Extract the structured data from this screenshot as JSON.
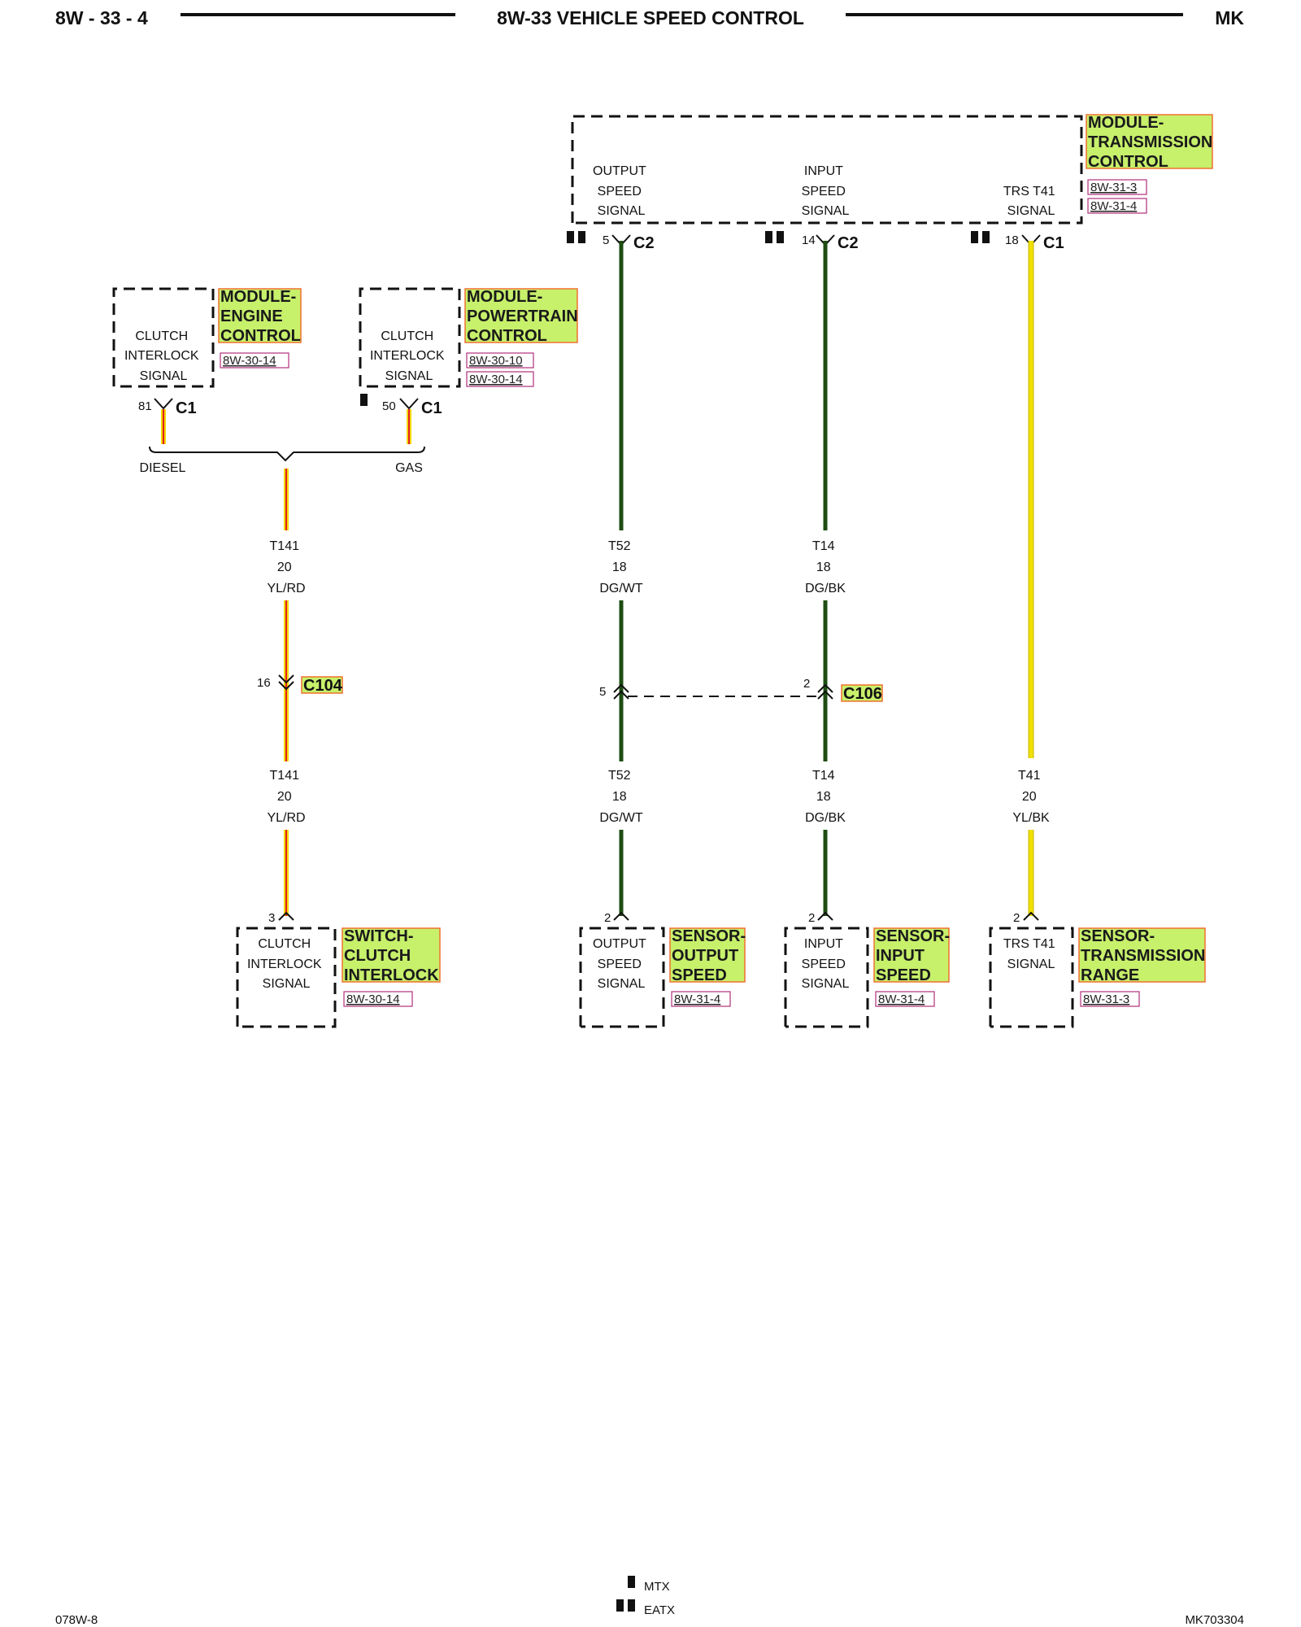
{
  "header": {
    "page_number": "8W - 33 - 4",
    "title": "8W-33 VEHICLE SPEED CONTROL",
    "model": "MK"
  },
  "components": {
    "tcm": {
      "title": [
        "MODULE-",
        "TRANSMISSION",
        "CONTROL"
      ],
      "refs": [
        "8W-31-3",
        "8W-31-4"
      ],
      "pins": {
        "output": [
          "OUTPUT",
          "SPEED",
          "SIGNAL"
        ],
        "input": [
          "INPUT",
          "SPEED",
          "SIGNAL"
        ],
        "trs": [
          "TRS T41",
          "SIGNAL"
        ]
      }
    },
    "ecm": {
      "title": [
        "MODULE-",
        "ENGINE",
        "CONTROL"
      ],
      "refs": [
        "8W-30-14"
      ],
      "pin": [
        "CLUTCH",
        "INTERLOCK",
        "SIGNAL"
      ]
    },
    "pcm": {
      "title": [
        "MODULE-",
        "POWERTRAIN",
        "CONTROL"
      ],
      "refs": [
        "8W-30-10",
        "8W-30-14"
      ],
      "pin": [
        "CLUTCH",
        "INTERLOCK",
        "SIGNAL"
      ]
    },
    "clutch_switch": {
      "title": [
        "SWITCH-",
        "CLUTCH",
        "INTERLOCK"
      ],
      "refs": [
        "8W-30-14"
      ],
      "pin": [
        "CLUTCH",
        "INTERLOCK",
        "SIGNAL"
      ]
    },
    "oss": {
      "title": [
        "SENSOR-",
        "OUTPUT",
        "SPEED"
      ],
      "refs": [
        "8W-31-4"
      ],
      "pin": [
        "OUTPUT",
        "SPEED",
        "SIGNAL"
      ]
    },
    "iss": {
      "title": [
        "SENSOR-",
        "INPUT",
        "SPEED"
      ],
      "refs": [
        "8W-31-4"
      ],
      "pin": [
        "INPUT",
        "SPEED",
        "SIGNAL"
      ]
    },
    "trs": {
      "title": [
        "SENSOR-",
        "TRANSMISSION",
        "RANGE"
      ],
      "refs": [
        "8W-31-3"
      ],
      "pin": [
        "TRS T41",
        "SIGNAL"
      ]
    }
  },
  "connectors": {
    "tcm_output": {
      "pin": "5",
      "name": "C2"
    },
    "tcm_input": {
      "pin": "14",
      "name": "C2"
    },
    "tcm_trs": {
      "pin": "18",
      "name": "C1"
    },
    "ecm": {
      "pin": "81",
      "name": "C1"
    },
    "pcm": {
      "pin": "50",
      "name": "C1"
    },
    "c104": {
      "pin": "16",
      "name": "C104"
    },
    "c106_left_pin": "5",
    "c106_right_pin": "2",
    "c106_name": "C106",
    "clutch_switch_pin": "3",
    "oss_pin": "2",
    "iss_pin": "2",
    "trs_pin": "2"
  },
  "splice": {
    "left": "DIESEL",
    "right": "GAS"
  },
  "wires": {
    "t141": {
      "circuit": "T141",
      "gauge": "20",
      "color": "YL/RD"
    },
    "t52": {
      "circuit": "T52",
      "gauge": "18",
      "color": "DG/WT"
    },
    "t14": {
      "circuit": "T14",
      "gauge": "18",
      "color": "DG/BK"
    },
    "t41": {
      "circuit": "T41",
      "gauge": "20",
      "color": "YL/BK"
    }
  },
  "legend": {
    "single": "MTX",
    "double": "EATX"
  },
  "footer": {
    "left": "078W-8",
    "right": "MK703304"
  },
  "colors": {
    "yellow_red_wire_base": "#f5d800",
    "yellow_red_wire_stripe": "#e32222",
    "dark_green_wire": "#1e4d12",
    "yellow_black_wire": "#f0e000",
    "title_highlight": "#c7f06b",
    "title_border": "#f07030",
    "ref_border": "#b0307a"
  }
}
